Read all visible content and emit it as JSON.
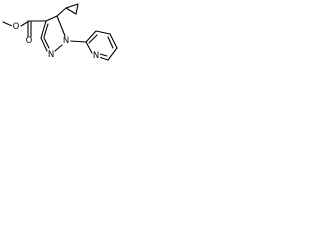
{
  "structure": {
    "atoms": {
      "ester_oxygen": "O",
      "carbonyl_oxygen": "O",
      "pyrazole_n1": "N",
      "pyrazole_n2": "N",
      "pyridine_n": "N"
    }
  }
}
